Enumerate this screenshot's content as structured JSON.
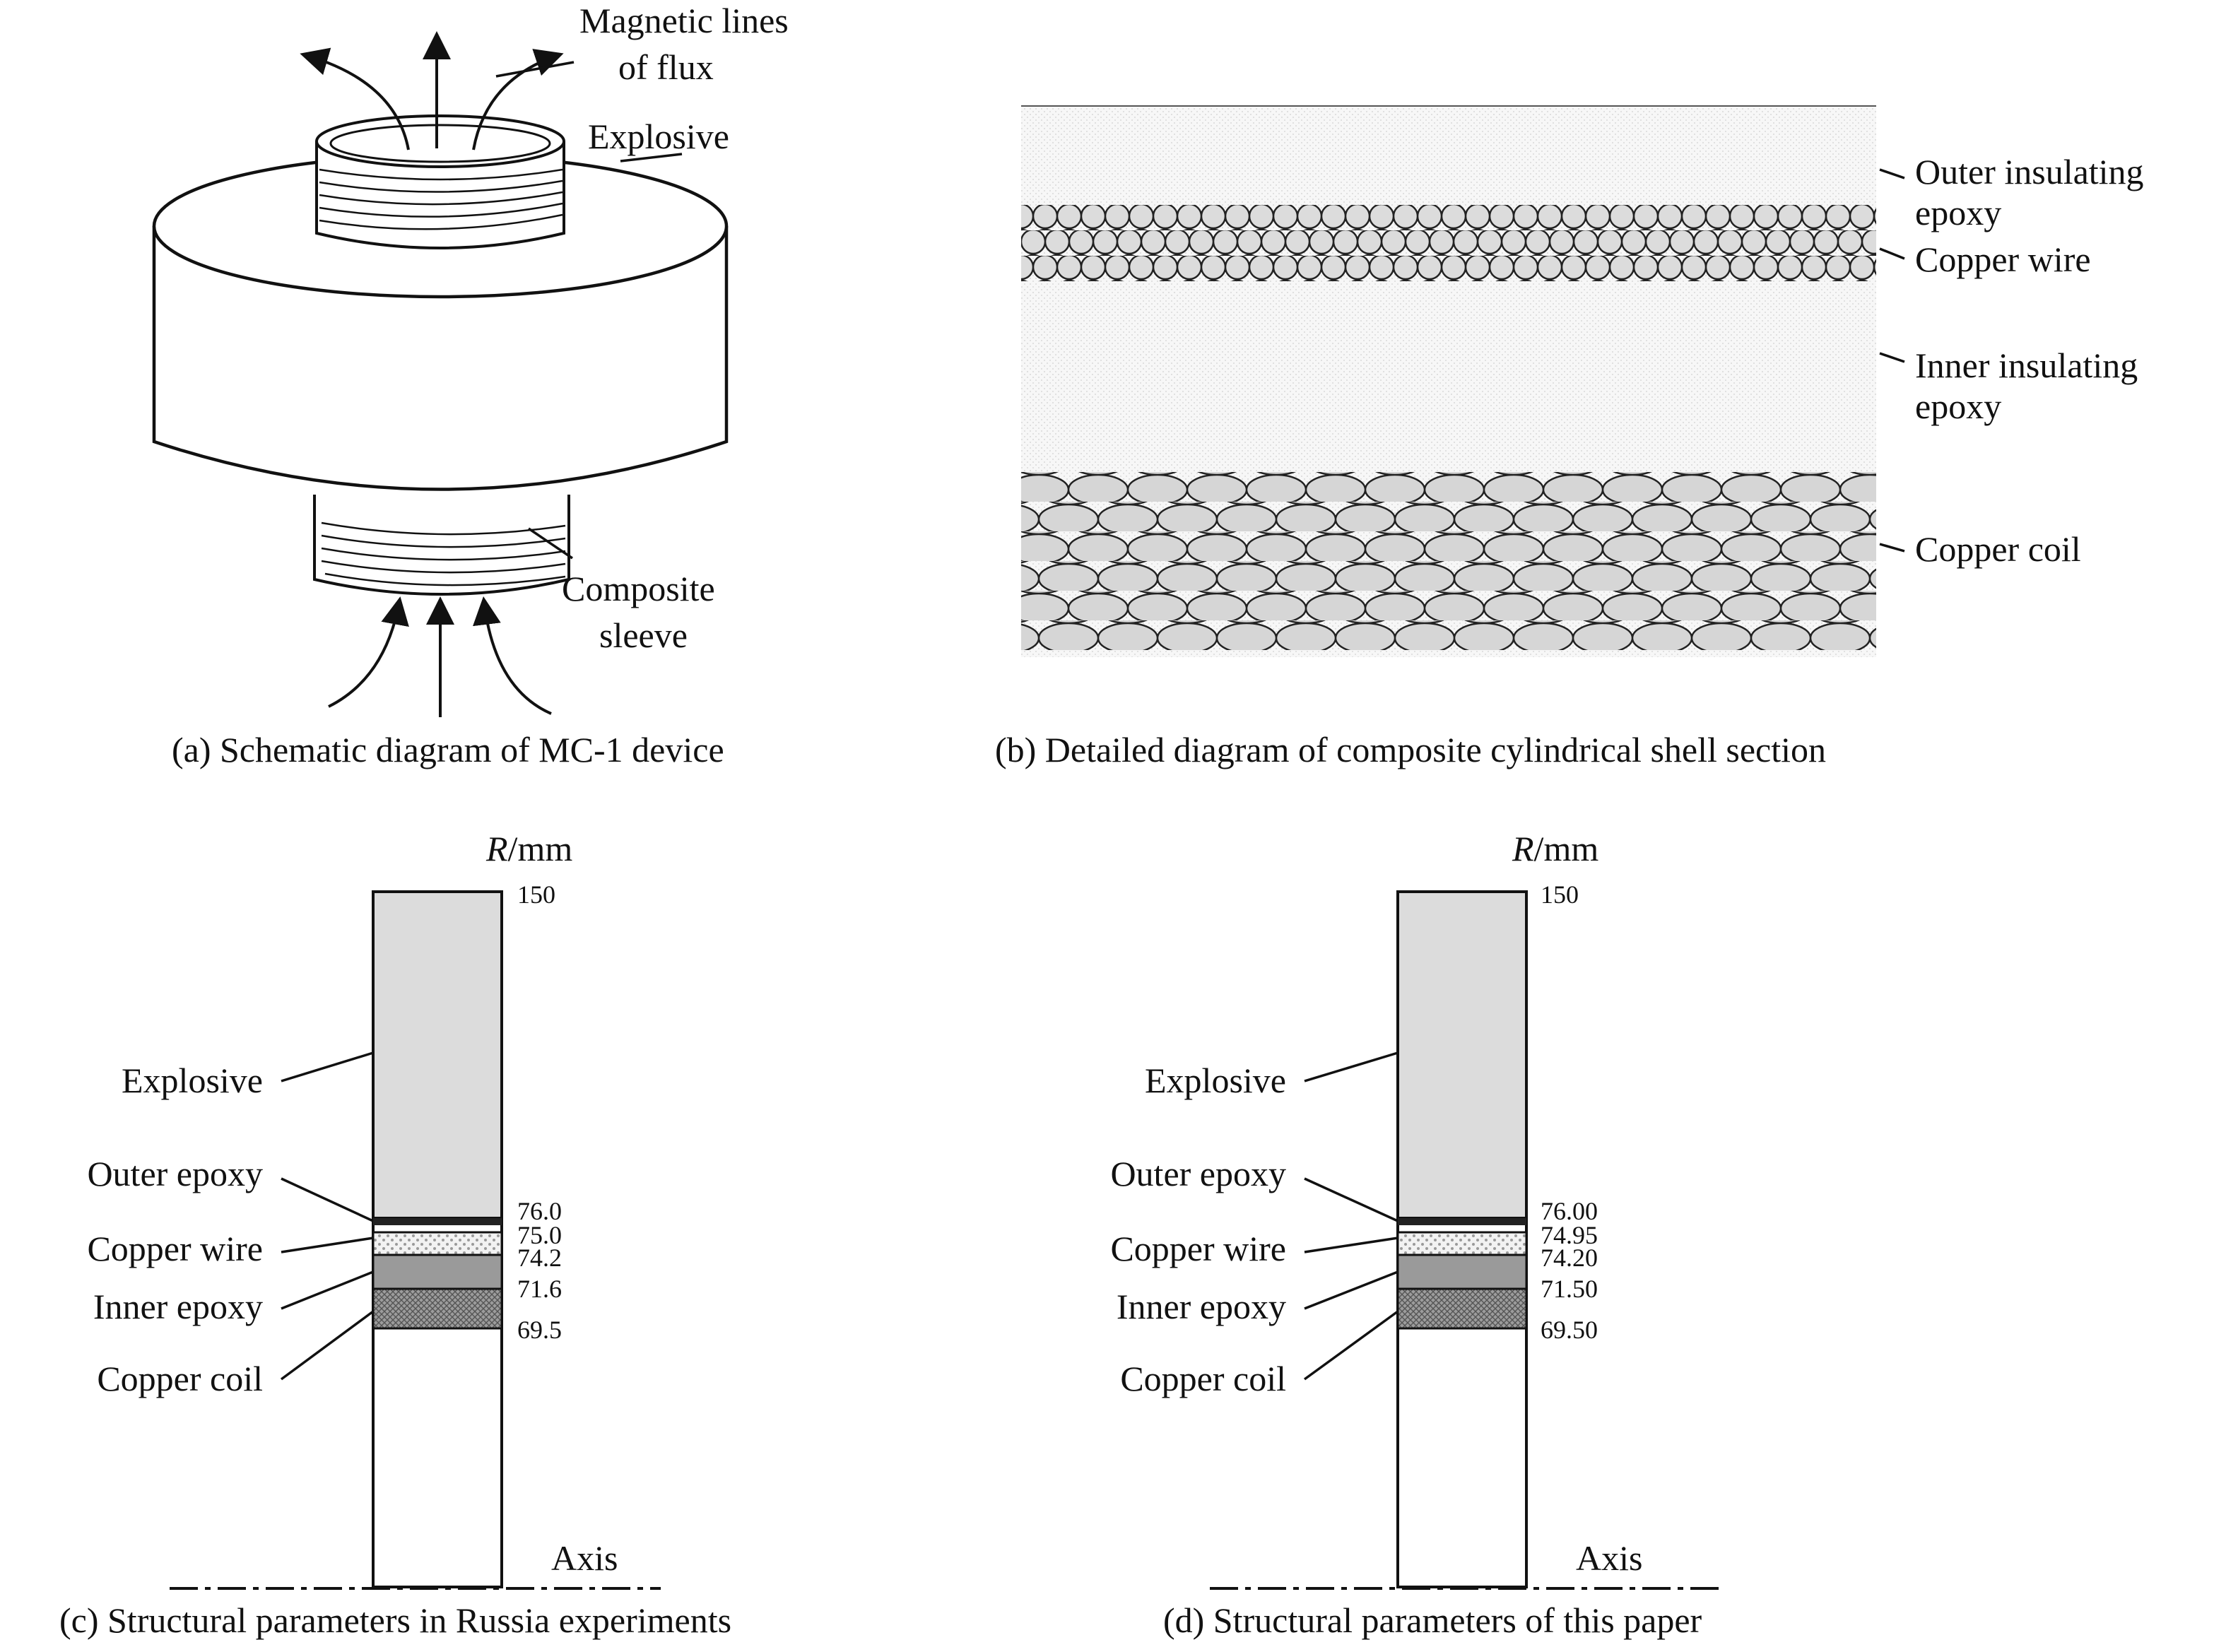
{
  "panel_a": {
    "caption": "(a) Schematic diagram of MC-1 device",
    "label_flux_1": "Magnetic lines",
    "label_flux_2": "of flux",
    "label_explosive": "Explosive",
    "label_sleeve_1": "Composite",
    "label_sleeve_2": "sleeve"
  },
  "panel_b": {
    "caption": "(b) Detailed diagram of composite cylindrical shell section",
    "label_outer_1": "Outer insulating",
    "label_outer_2": "epoxy",
    "label_wire": "Copper wire",
    "label_inner_1": "Inner insulating",
    "label_inner_2": "epoxy",
    "label_coil": "Copper coil"
  },
  "panel_c": {
    "caption": "(c) Structural parameters in Russia experiments",
    "axis_var": "R",
    "axis_unit": "/mm",
    "axis_label": "Axis",
    "labels": [
      "Explosive",
      "Outer epoxy",
      "Copper wire",
      "Inner epoxy",
      "Copper coil"
    ],
    "radii": [
      150,
      76.0,
      75.0,
      74.2,
      71.6,
      69.5
    ],
    "radii_text": [
      "150",
      "76.0",
      "75.0",
      "74.2",
      "71.6",
      "69.5"
    ]
  },
  "panel_d": {
    "caption": "(d) Structural parameters of this paper",
    "axis_var": "R",
    "axis_unit": "/mm",
    "axis_label": "Axis",
    "labels": [
      "Explosive",
      "Outer epoxy",
      "Copper wire",
      "Inner epoxy",
      "Copper coil"
    ],
    "radii": [
      150,
      76.0,
      74.95,
      74.2,
      71.5,
      69.5
    ],
    "radii_text": [
      "150",
      "76.00",
      "74.95",
      "74.20",
      "71.50",
      "69.50"
    ]
  }
}
